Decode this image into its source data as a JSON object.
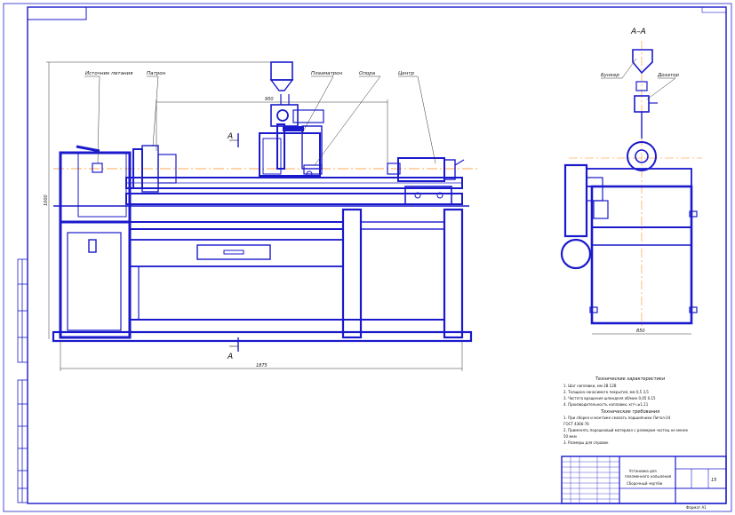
{
  "drawing": {
    "labels": {
      "spindle_drive": "Источник питания",
      "chuck": "Патрон",
      "plasmatron": "Плазматрон",
      "support": "Опора",
      "tailstock": "Центр",
      "hopper": "Бункер",
      "dosing": "Дозатор"
    },
    "section_title": "А–А",
    "section_mark": "А",
    "dims": {
      "overall_length": "1875",
      "height": "1000",
      "between_centers": "950",
      "section_width": "850"
    }
  },
  "notes": {
    "tech_title": "Технические характеристики",
    "tech_lines": [
      "1. Шаг наплавки, мм                        2В  12В",
      "2. Толщина наносимого покрытия, мм       0,5  3,5",
      "3. Частота вращения шпинделя об/мин  0,05  0,15",
      "4. Производительность наплавки, кг/ч  ≥1,11"
    ],
    "req_title": "Технические требования",
    "req_lines": [
      "1. При сборке и монтаже смазать подшипники Литол-24",
      "   ГОСТ 4366-76",
      "2. Применять порошковый материал с размером частиц не менее",
      "   50 мкм",
      "3. Размеры для справок"
    ]
  },
  "title_block": {
    "name_line1": "Установка для",
    "name_line2": "плазменного напыления",
    "name_line3": "Сборочный чертёж",
    "sheet": "15",
    "format": "Формат А1"
  }
}
